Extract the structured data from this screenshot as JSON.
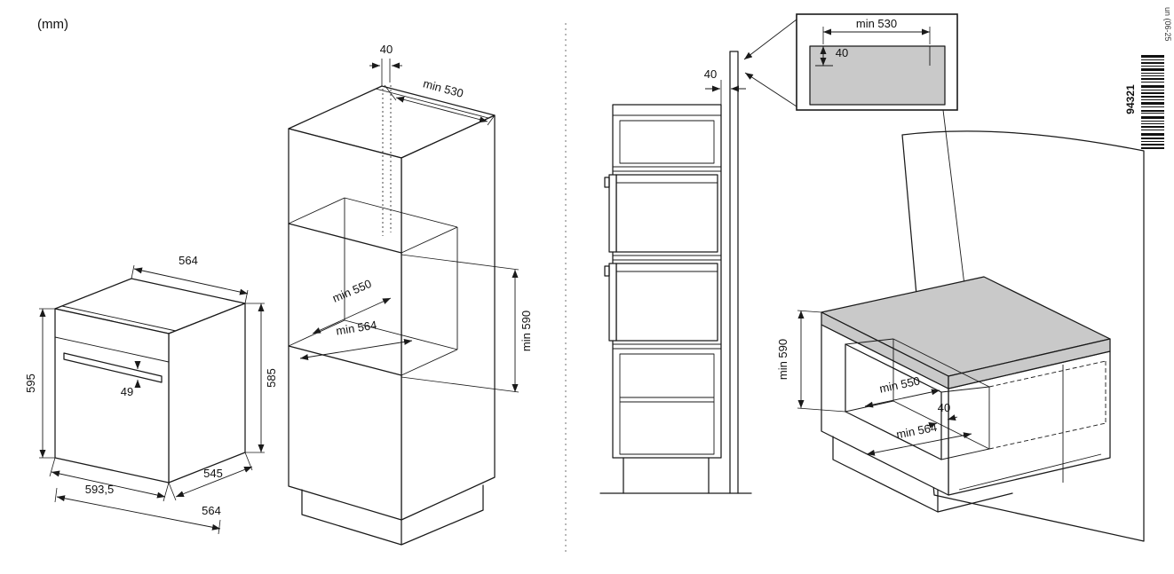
{
  "page": {
    "units_label": "(mm)",
    "part_number": "94321",
    "edge_code": "un (06-25"
  },
  "oven": {
    "top_width": "564",
    "height": "595",
    "handle_depth": "49",
    "front_width": "593,5",
    "side_depth": "545",
    "bottom_width": "564",
    "rear_height": "585"
  },
  "tall_unit": {
    "rear_gap": "40",
    "top_depth": "min 530",
    "niche_depth": "min 550",
    "niche_width": "min 564",
    "niche_height": "min 590"
  },
  "side_section": {
    "wall_gap": "40"
  },
  "detail": {
    "top_depth": "min 530",
    "rear_gap": "40"
  },
  "base_unit": {
    "niche_height": "min 590",
    "niche_depth": "min 550",
    "rear_gap": "40",
    "niche_width": "min 564"
  }
}
